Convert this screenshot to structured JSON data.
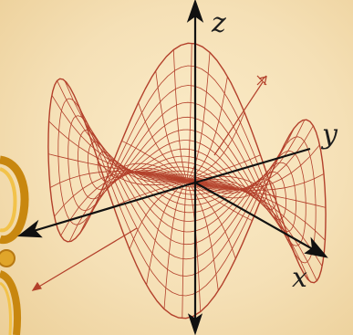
{
  "axes": {
    "z_label": "z",
    "y_label": "y",
    "x_label": "x"
  },
  "colors": {
    "background": "#f6e3bc",
    "mesh": "#b3402b",
    "axis": "#111111",
    "ornament_gold": "#d89a1c"
  }
}
